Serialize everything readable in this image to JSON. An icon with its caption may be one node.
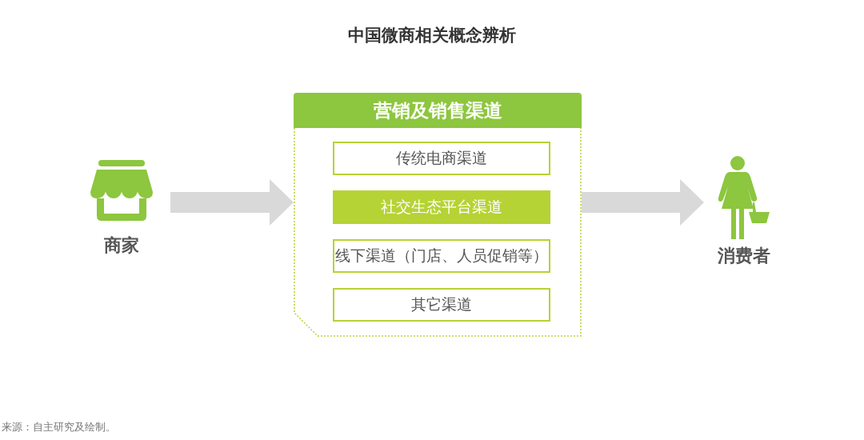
{
  "diagram": {
    "title": "中国微商相关概念辨析",
    "nodes": [
      {
        "text": [
          "商家"
        ]
      },
      {
        "text": [
          "营销及销售渠道"
        ]
      },
      {
        "text": [
          "传统电商渠道"
        ],
        "in": 1
      },
      {
        "text": [
          "社交生态平台渠道"
        ],
        "in": 1
      },
      {
        "text": [
          "线下渠道（门店、人员促销等）"
        ],
        "in": 1
      },
      {
        "text": [
          "其它渠道"
        ],
        "in": 1
      },
      {
        "text": [
          "消费者"
        ]
      }
    ],
    "edges": [
      {
        "from": 0,
        "to": 1,
        "arrow": "to",
        "style": "thick"
      },
      {
        "from": 1,
        "to": 6,
        "arrow": "to",
        "style": "thick"
      }
    ],
    "labels": [
      "来源：自主研究及绘制。"
    ]
  }
}
